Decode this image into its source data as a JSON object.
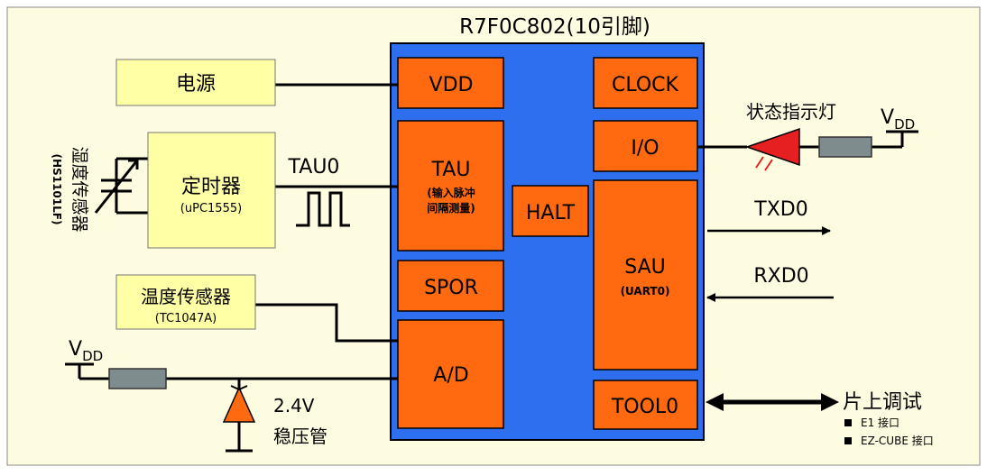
{
  "chip": {
    "title": "R7F0C802(10引脚)"
  },
  "blocks": {
    "vdd": "VDD",
    "clock": "CLOCK",
    "io": "I/O",
    "tau": {
      "title": "TAU",
      "sub1": "(输入脉冲",
      "sub2": "间隔测量)"
    },
    "halt": "HALT",
    "spor": "SPOR",
    "sau": {
      "title": "SAU",
      "sub": "(UART0)"
    },
    "ad": "A/D",
    "tool": "TOOL0"
  },
  "peripherals": {
    "power": "电源",
    "timer": {
      "title": "定时器",
      "sub": "(uPC1555)"
    },
    "temp": {
      "title": "温度传感器",
      "sub": "(TC1047A)"
    },
    "humidity": {
      "title": "湿度传感器",
      "sub": "(HS1101LF)"
    }
  },
  "signals": {
    "tau0": "TAU0",
    "txd0": "TXD0",
    "rxd0": "RXD0",
    "status_led": "状态指示灯",
    "vdd_main": "V",
    "vdd_sub": "DD",
    "zener_voltage": "2.4V",
    "zener_label": "稳压管",
    "debug": "片上调试",
    "debug_opt1": "E1 接口",
    "debug_opt2": "EZ-CUBE 接口"
  },
  "colors": {
    "background": "#fefce0",
    "chip": "#2e6ff0",
    "block": "#ff6a10",
    "box": "#ffffa6",
    "led": "#e62020"
  }
}
